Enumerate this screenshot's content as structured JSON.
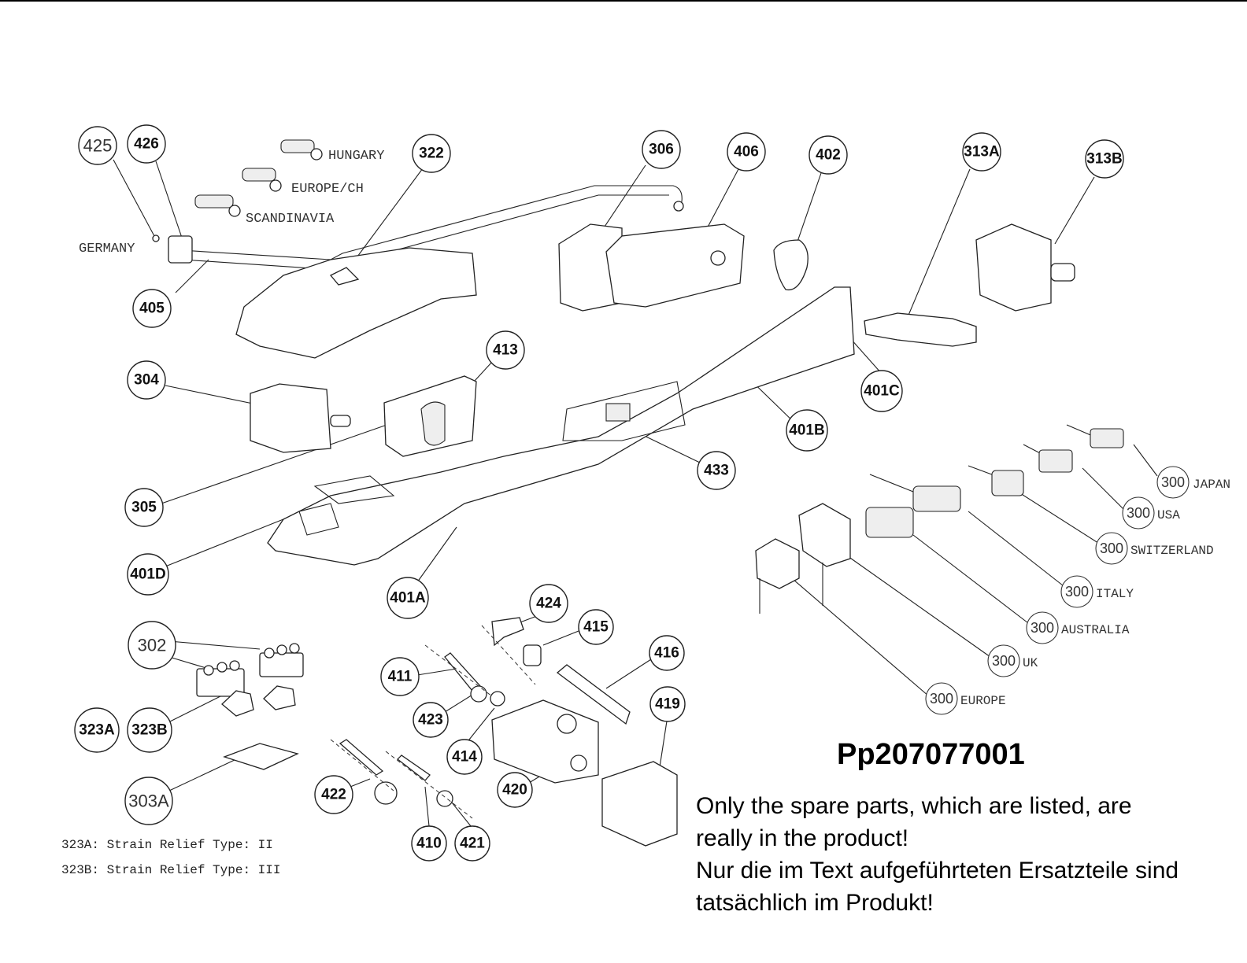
{
  "diagram": {
    "part_number": "Pp207077001",
    "note_lines": [
      "Only the spare parts, which are listed, are",
      "really in the product!",
      "Nur die im Text aufgeführteten Ersatzteile sind",
      "tatsächlich im Produkt!"
    ],
    "legend": [
      "323A: Strain Relief Type: II",
      "323B: Strain Relief Type: III"
    ],
    "region_labels": {
      "hungary": "HUNGARY",
      "europe_ch": "EUROPE/CH",
      "scandinavia": "SCANDINAVIA",
      "germany": "GERMANY"
    },
    "callouts": {
      "c425": "425",
      "c426": "426",
      "c322": "322",
      "c306": "306",
      "c406": "406",
      "c402": "402",
      "c313a": "313A",
      "c313b": "313B",
      "c405": "405",
      "c304": "304",
      "c413": "413",
      "c401c": "401C",
      "c401b": "401B",
      "c433": "433",
      "c305": "305",
      "c401d": "401D",
      "c401a": "401A",
      "c302": "302",
      "c323a": "323A",
      "c323b": "323B",
      "c303a": "303A",
      "c424": "424",
      "c415": "415",
      "c416": "416",
      "c411": "411",
      "c419": "419",
      "c423": "423",
      "c414": "414",
      "c420": "420",
      "c422": "422",
      "c410": "410",
      "c421": "421"
    },
    "plugs": {
      "code": "300",
      "japan": "JAPAN",
      "usa": "USA",
      "switzerland": "SWITZERLAND",
      "italy": "ITALY",
      "australia": "AUSTRALIA",
      "uk": "UK",
      "europe": "EUROPE"
    }
  }
}
